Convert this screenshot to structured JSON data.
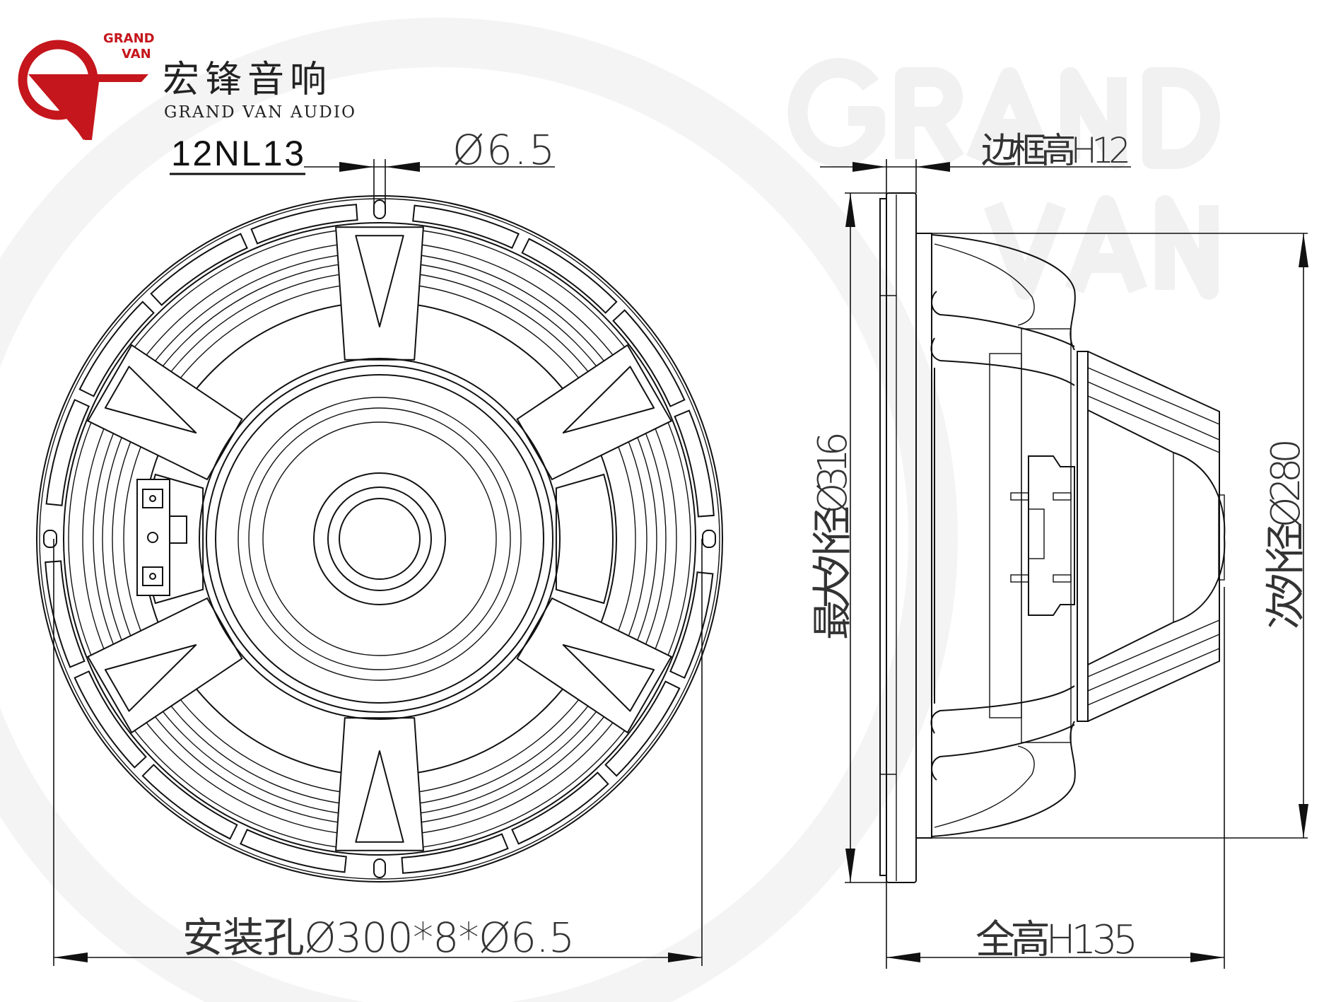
{
  "brand": {
    "logo_text_top": "GRAND",
    "logo_text_bottom": "VAN",
    "chinese_name": "宏锋音响",
    "english_name": "GRAND VAN AUDIO",
    "logo_color": "#c4161c"
  },
  "watermark": {
    "line1": "GRAND",
    "line2": "VAN"
  },
  "model": "12NL13",
  "dimensions": {
    "hole_diameter": "Ø6.5",
    "frame_height": "边框高H12",
    "max_outer_diameter": "最大外径Ø316",
    "secondary_outer_diameter": "次外径Ø280",
    "mounting_holes": "安装孔Ø300*8*Ø6.5",
    "total_height": "全高H135"
  }
}
